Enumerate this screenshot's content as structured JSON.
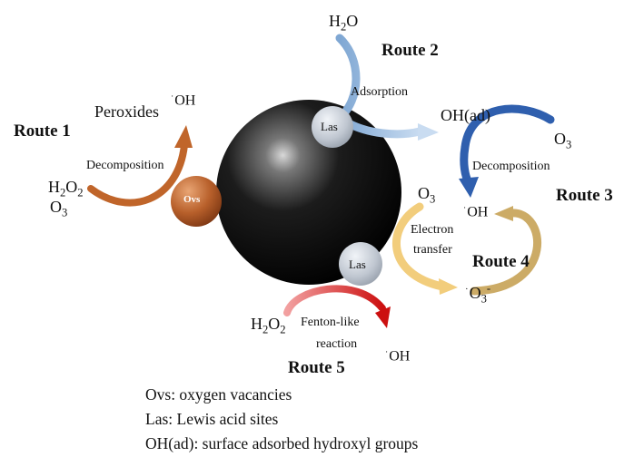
{
  "routes": {
    "route1": {
      "title": "Route 1",
      "process": "Decomposition",
      "reactant_a": "H",
      "reactant_a_sub": "2",
      "reactant_a_tail": "O",
      "reactant_a_sub2": "2",
      "reactant_b": "O",
      "reactant_b_sub": "3",
      "product_a": "Peroxides",
      "product_b": "OH",
      "site": "Ovs"
    },
    "route2": {
      "title": "Route 2",
      "reactant": "H",
      "reactant_sub": "2",
      "reactant_tail": "O",
      "process": "Adsorption",
      "product": "OH(ad)",
      "site": "Las"
    },
    "route3": {
      "title": "Route 3",
      "reactant": "O",
      "reactant_sub": "3",
      "process": "Decomposition",
      "product": "OH"
    },
    "route4": {
      "title": "Route 4",
      "reactant": "O",
      "reactant_sub": "3",
      "process_line1": "Electron",
      "process_line2": "transfer",
      "product_a": "OH",
      "product_b": "O",
      "product_b_sub": "3",
      "product_b_sup": "-",
      "site": "Las"
    },
    "route5": {
      "title": "Route 5",
      "reactant": "H",
      "reactant_sub": "2",
      "reactant_tail": "O",
      "reactant_sub2": "2",
      "process_line1": "Fenton-like",
      "process_line2": "reaction",
      "product": "OH"
    }
  },
  "legend": {
    "line1": "Ovs: oxygen vacancies",
    "line2": "Las: Lewis acid sites",
    "line3": "OH(ad): surface adsorbed hydroxyl groups"
  },
  "colors": {
    "route1": "#c0652a",
    "route2": "#8fb2d8",
    "route3": "#2f5fae",
    "route4": "#e5b95c",
    "route5": "#cc1c1c",
    "catalyst": "#0d0d0d",
    "las_site": "#b9c0cc"
  }
}
